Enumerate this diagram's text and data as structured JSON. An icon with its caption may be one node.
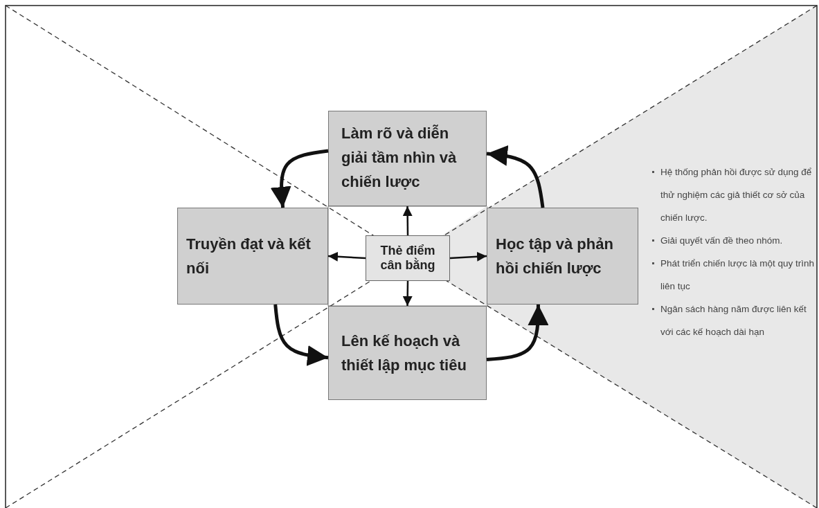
{
  "diagram": {
    "nodes": [
      {
        "text": [
          "Làm rõ và diễn giải tầm nhìn và chiến lược"
        ]
      },
      {
        "text": [
          "Truyền đạt và kết nối"
        ]
      },
      {
        "text": [
          "Thẻ điểm cân bằng"
        ]
      },
      {
        "text": [
          "Học tập và phản hồi chiến lược"
        ]
      },
      {
        "text": [
          "Lên kế hoạch và thiết lập mục tiêu"
        ]
      }
    ],
    "edges": [
      {
        "from": 2,
        "to": 0,
        "arrow": "to"
      },
      {
        "from": 2,
        "to": 1,
        "arrow": "to"
      },
      {
        "from": 2,
        "to": 3,
        "arrow": "to"
      },
      {
        "from": 2,
        "to": 4,
        "arrow": "to"
      },
      {
        "from": 0,
        "to": 1,
        "arrow": "to",
        "style": "thick"
      },
      {
        "from": 1,
        "to": 4,
        "arrow": "to",
        "style": "thick"
      },
      {
        "from": 4,
        "to": 3,
        "arrow": "to",
        "style": "thick"
      },
      {
        "from": 3,
        "to": 0,
        "arrow": "to",
        "style": "thick"
      }
    ],
    "labels": [
      "Hệ thống phản hồi được sử dụng để thử nghiệm các giả thiết cơ sở của chiến lược.",
      "Giải quyết vấn đề theo nhóm.",
      "Phát triển chiến lược là một quy trình liên tục",
      "Ngân sách hàng năm được liên kết với các kế hoạch dài hạn"
    ]
  }
}
